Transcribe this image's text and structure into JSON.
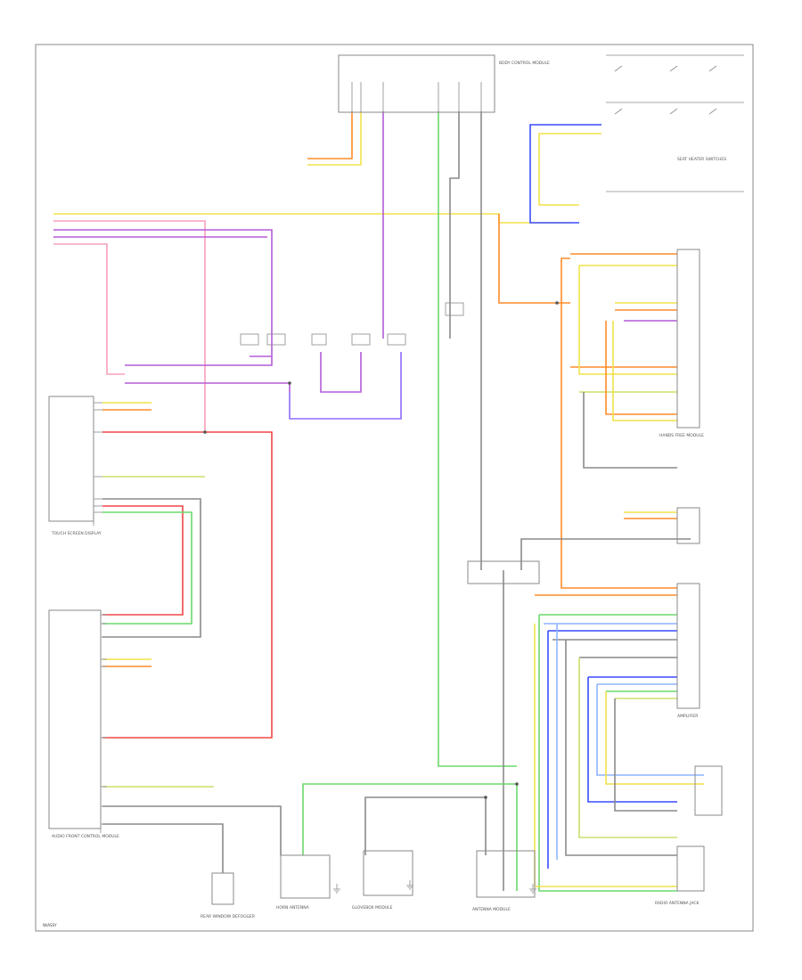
{
  "colors": {
    "frame": "#8a8a8a",
    "wire_grey": "#8a8a8a",
    "wire_orange": "#ff8c2a",
    "wire_yellow": "#f2e24a",
    "wire_green": "#6cd86c",
    "wire_red": "#f04646",
    "wire_pink": "#f7a0b8",
    "wire_purple": "#b45cd8",
    "wire_violet": "#8f6bff",
    "wire_blue": "#3a4cff",
    "wire_light_blue": "#8fb4ff",
    "wire_yellow_green": "#c8e06a"
  },
  "icons": {
    "ground": "ground-symbol-icon",
    "splice": "splice-dot-icon",
    "connector": "connector-icon"
  },
  "labels": {
    "corner_note": "W/ASSY",
    "top_module": "BODY CONTROL MODULE",
    "top_right_switches": "SEAT HEATER SWITCHES",
    "left_top_module": "TOUCH SCREEN DISPLAY",
    "left_bottom_module": "AUDIO FRONT CONTROL MODULE",
    "right_mid_module": "AMPLIFIER",
    "right_upper_module": "HANDS FREE MODULE",
    "bottom_left_part": "REAR WINDOW DEFOGGER",
    "bottom_center_part1": "HORN ANTENNA",
    "bottom_center_part2": "GLOVEBOX MODULE",
    "bottom_center_part3": "ANTENNA MODULE",
    "bottom_right_part": "RADIO ANTENNA JACK"
  }
}
